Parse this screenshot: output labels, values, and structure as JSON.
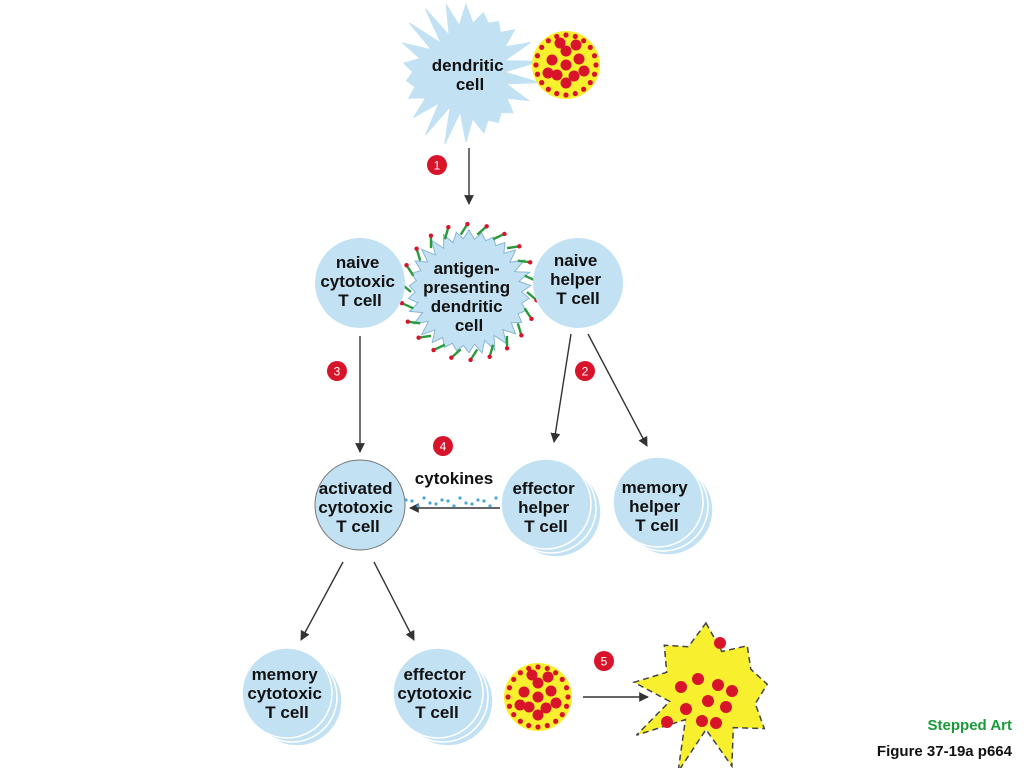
{
  "colors": {
    "cell_fill": "#c2e2f4",
    "cell_stroke": "#9fc6de",
    "antigen_fill": "#f8ef2e",
    "antigen_dot": "#d8142a",
    "step_badge": "#d8142a",
    "receptor_green": "#2a9a3c",
    "cytokine_dot": "#4aa6d6",
    "arrow": "#333333",
    "stepped_art": "#1a9a3a"
  },
  "cells": {
    "dendritic": [
      "dendritic",
      "cell"
    ],
    "antigen_presenting": [
      "antigen-",
      "presenting",
      "dendritic",
      "cell"
    ],
    "naive_cytotoxic": [
      "naive",
      "cytotoxic",
      "T cell"
    ],
    "naive_helper": [
      "naive",
      "helper",
      "T cell"
    ],
    "activated_cytotoxic": [
      "activated",
      "cytotoxic",
      "T cell"
    ],
    "effector_helper": [
      "effector",
      "helper",
      "T cell"
    ],
    "memory_helper": [
      "memory",
      "helper",
      "T cell"
    ],
    "memory_cytotoxic": [
      "memory",
      "cytotoxic",
      "T cell"
    ],
    "effector_cytotoxic": [
      "effector",
      "cytotoxic",
      "T cell"
    ]
  },
  "labels": {
    "cytokines": "cytokines"
  },
  "steps": [
    "1",
    "2",
    "3",
    "4",
    "5"
  ],
  "captions": {
    "stepped_art": "Stepped Art",
    "figure": "Figure 37-19a p664"
  }
}
